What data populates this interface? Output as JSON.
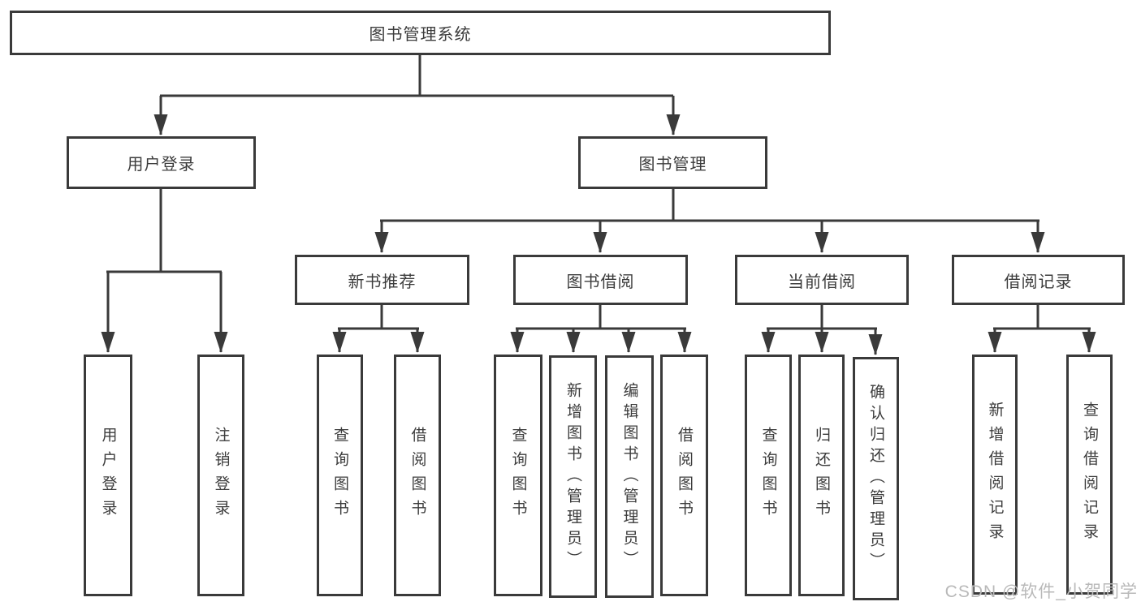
{
  "diagram": {
    "title": "图书管理系统",
    "watermark": "CSDN @软件_小贺同学",
    "colors": {
      "line": "#3a3a3a",
      "text": "#3c3c3c",
      "box_background": "#ffffff",
      "watermark": "#b9b9b9"
    },
    "nodes": {
      "root": "图书管理系统",
      "user_login": "用户登录",
      "book_management": "图书管理",
      "new_book_recommend": "新书推荐",
      "book_borrowing": "图书借阅",
      "current_borrowing": "当前借阅",
      "borrowing_records": "借阅记录",
      "leaf_user_login": "用户登录",
      "leaf_logout": "注销登录",
      "leaf_query_books_a": "查询图书",
      "leaf_borrow_books_a": "借阅图书",
      "leaf_query_books_b": "查询图书",
      "leaf_add_books_admin": "新增图书（管理员）",
      "leaf_edit_books_admin": "编辑图书（管理员）",
      "leaf_borrow_books_b": "借阅图书",
      "leaf_query_books_c": "查询图书",
      "leaf_return_books": "归还图书",
      "leaf_confirm_return_admin": "确认归还（管理员）",
      "leaf_add_borrow_record": "新增借阅记录",
      "leaf_query_borrow_record": "查询借阅记录"
    }
  }
}
